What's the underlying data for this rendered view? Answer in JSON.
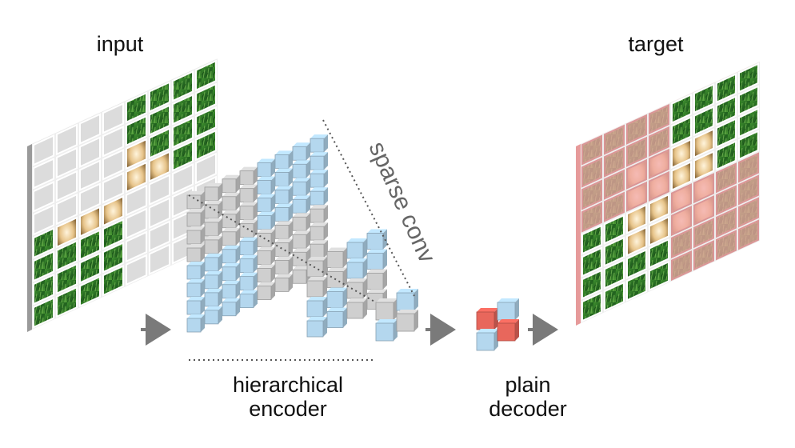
{
  "labels": {
    "input": "input",
    "target": "target",
    "sparse_conv": "sparse conv",
    "encoder_line1": "hierarchical",
    "encoder_line2": "encoder",
    "decoder_line1": "plain",
    "decoder_line2": "decoder"
  },
  "colors": {
    "mask_gray": "#dcdcdc",
    "encoder_gray": "#cfcfcf",
    "encoder_blue": "#b4d7ee",
    "decoder_red": "#e8675c",
    "target_overlay": "#f2a7a7",
    "grass": "#2f7a2a",
    "arrow": "#7a7a7a"
  },
  "icons": {
    "arrow": "right-arrow-icon"
  }
}
